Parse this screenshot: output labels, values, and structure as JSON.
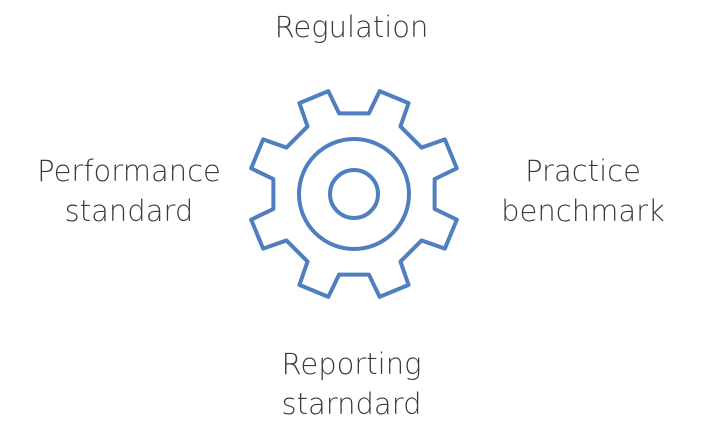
{
  "labels": {
    "top": "Regulation",
    "left_line1": "Performance",
    "left_line2": "standard",
    "right_line1": "Practice",
    "right_line2": "benchmark",
    "bottom_line1": "Reporting",
    "bottom_line2": "starndard"
  },
  "center_icon": "gear-icon",
  "colors": {
    "gear_stroke": "#4f7fbf",
    "text": "#3a3a3a"
  }
}
